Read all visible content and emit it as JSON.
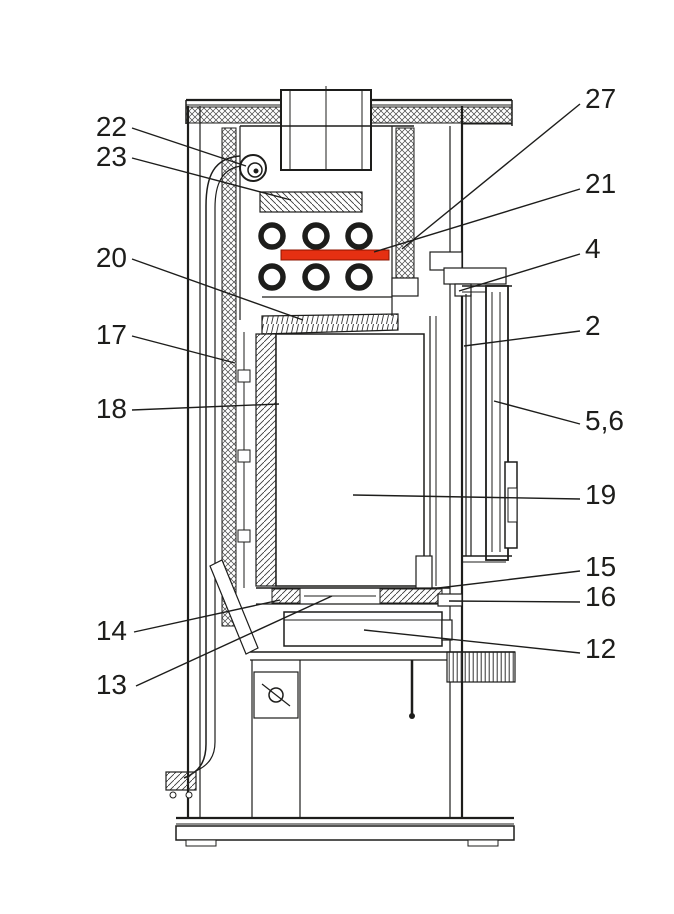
{
  "figure": {
    "background": "#ffffff",
    "line_color": "#1d1d1b",
    "highlight_color": "#e53012",
    "callouts": {
      "left": [
        {
          "text": "22"
        },
        {
          "text": "23"
        },
        {
          "text": "20"
        },
        {
          "text": "17"
        },
        {
          "text": "18"
        },
        {
          "text": "14"
        },
        {
          "text": "13"
        }
      ],
      "right": [
        {
          "text": "27"
        },
        {
          "text": "21"
        },
        {
          "text": "4"
        },
        {
          "text": "2"
        },
        {
          "text": "5,6"
        },
        {
          "text": "19"
        },
        {
          "text": "15"
        },
        {
          "text": "16"
        },
        {
          "text": "12"
        }
      ]
    }
  }
}
